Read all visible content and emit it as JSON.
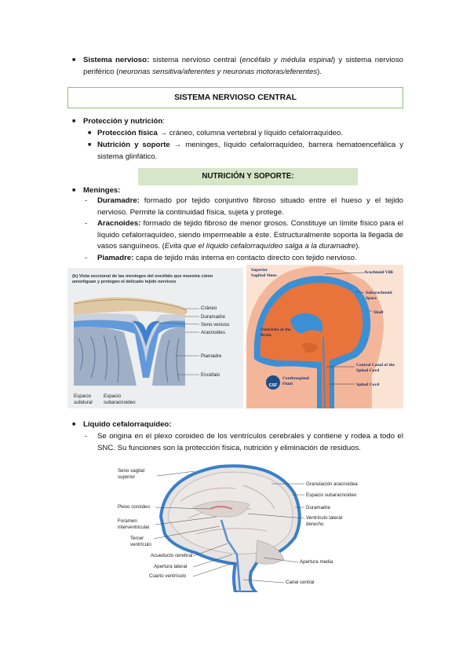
{
  "intro": {
    "bold_term": "Sistema nervioso:",
    "text_a": " sistema nervioso central (",
    "italic_a": "encéfalo y médula espinal",
    "text_b": ") y sistema nervioso periférico (",
    "italic_b": "neuronas sensitiva/aferentes y neuronas motoras/eferentes",
    "text_c": ")."
  },
  "section_title": "SISTEMA NERVIOSO CENTRAL",
  "proteccion": {
    "term": "Protección y nutrición",
    "colon": ":",
    "fisica_term": "Protección física",
    "fisica_text": " → cráneo, columna vertebral y líquido cefalorraquídeo.",
    "nutricion_term": "Nutrición y soporte",
    "nutricion_text": " → meninges, líquido cefalorraquídeo, barrera hematoencefálica y sistema glinfático."
  },
  "subsection_title": "NUTRICIÓN Y SOPORTE:",
  "meninges": {
    "term": "Meninges:",
    "dura_term": "Duramadre:",
    "dura_text": " formado por tejido conjuntivo fibroso situado entre el hueso y el tejido nervioso. Permite la continuidad física, sujeta y protege.",
    "arac_term": "Aracnoides:",
    "arac_text": " formado de tejido fibroso de menor grosos. Constituye un límite físico para el líquido cefalorraquídeo, siendo impermeable a éste. Estructuralmente soporta la llegada de vasos sanguíneos. (",
    "arac_italic": "Evita que el líquido cefalorraquídeo salga a la duramadre",
    "arac_end": ").",
    "pia_term": "Piamadre:",
    "pia_text": " capa de tejido más interna en contacto directo con tejido nervioso."
  },
  "fig1": {
    "caption": "(b) Vista seccional de las meninges del encéfalo que muestra cómo amortiguan y protegen el delicado tejido nervioso",
    "labels": [
      "Cráneo",
      "Duramadre",
      "Seno venoso",
      "Aracnoides",
      "Piamadre",
      "Encéfalo"
    ],
    "bottom_labels": [
      "Espacio subdural",
      "Espacio subaracnoideo"
    ]
  },
  "fig2": {
    "labels": [
      "Superior Sagittal Sinus",
      "Arachnoid Villi",
      "Subarachnoid Space",
      "Skull",
      "Ventricles of the Brain",
      "Central Canal of the Spinal Cord",
      "Spinal Cord"
    ],
    "csf_badge": "CSF",
    "csf_label": "Cerebrospinal Fluid"
  },
  "lcr": {
    "term": "Líquido cefalorraquídeo:",
    "text": "Se origina en el plexo coroideo de los ventrículos cerebrales y contiene y rodea a todo el SNC. Su funciones son la protección física, nutrición y eliminación de residuos."
  },
  "fig3": {
    "left_labels": [
      "Seno sagital superior",
      "Plexo coroideo",
      "Foramen interventricular",
      "Tercer ventrículo",
      "Acueducto cerebral",
      "Apertura lateral",
      "Cuarto ventrículo"
    ],
    "right_labels": [
      "Granulación aracnoidea",
      "Espacio subaracnoideo",
      "Duramadre",
      "Ventrículo lateral derecho",
      "Apertura media",
      "Canal central"
    ]
  },
  "colors": {
    "green_border": "#8fbf6e",
    "green_fill": "#d6e6c8",
    "csf_blue": "#3b8fd4",
    "brain_orange": "#e8743b"
  }
}
